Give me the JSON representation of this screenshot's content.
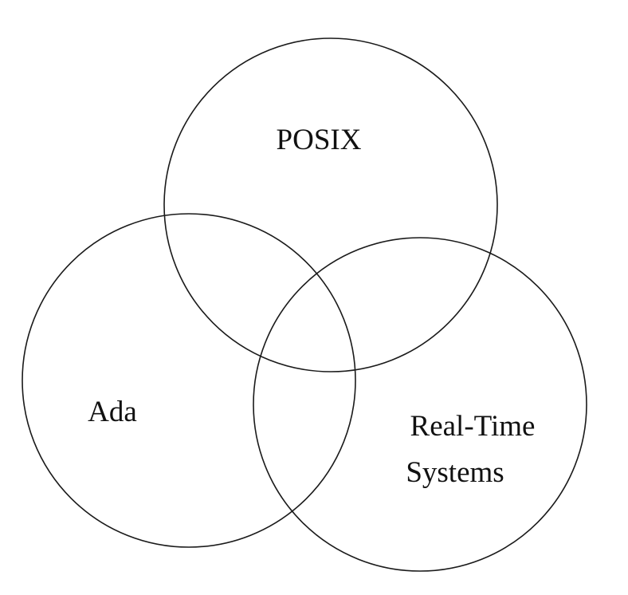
{
  "diagram": {
    "type": "venn",
    "sets": [
      {
        "id": "posix",
        "label": "POSIX"
      },
      {
        "id": "ada",
        "label": "Ada"
      },
      {
        "id": "rts",
        "label_line1": "Real-Time",
        "label_line2": "Systems"
      }
    ],
    "colors": {
      "background": "#ffffff",
      "stroke": "#1a1a1a",
      "text": "#111111"
    }
  }
}
